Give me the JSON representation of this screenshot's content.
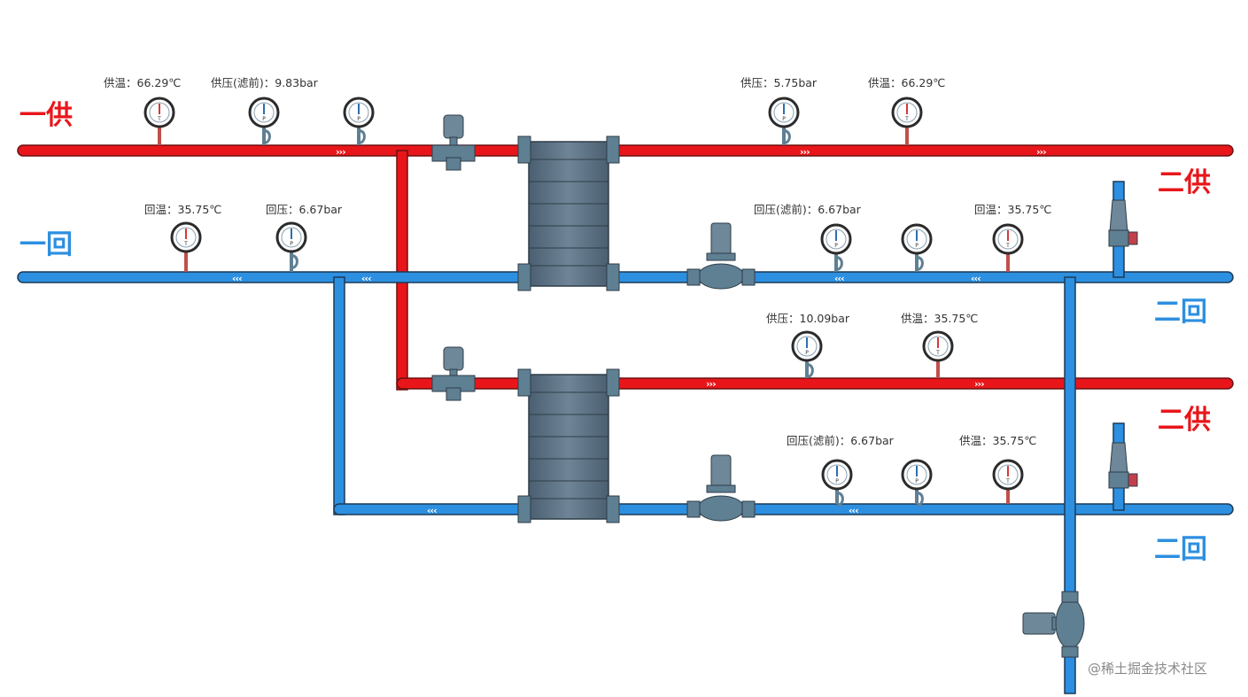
{
  "labels": {
    "primary_supply": "一供",
    "primary_return": "一回",
    "secondary_supply_1": "二供",
    "secondary_return_1": "二回",
    "secondary_supply_2": "二供",
    "secondary_return_2": "二回"
  },
  "readings": {
    "p_supply_temp": "供温：66.29℃",
    "p_supply_press_filter": "供压(滤前)：9.83bar",
    "s1_supply_press": "供压：5.75bar",
    "s1_supply_temp": "供温：66.29℃",
    "p_return_temp": "回温：35.75℃",
    "p_return_press": "回压：6.67bar",
    "s1_return_press_filter": "回压(滤前)：6.67bar",
    "s1_return_temp": "回温：35.75℃",
    "s2_supply_press": "供压：10.09bar",
    "s2_supply_temp": "供温：35.75℃",
    "s2_return_press_filter": "回压(滤前)：6.67bar",
    "s2_return_temp": "供温：35.75℃"
  },
  "arrows": {
    "right": "›››",
    "left": "‹‹‹"
  },
  "gauge_letters": {
    "temperature": "T",
    "pressure": "P"
  },
  "colors": {
    "supply_pipe": "#e8161a",
    "return_pipe": "#2d8fe0",
    "equipment": "#5f7f93"
  },
  "watermark": "@稀土掘金技术社区"
}
